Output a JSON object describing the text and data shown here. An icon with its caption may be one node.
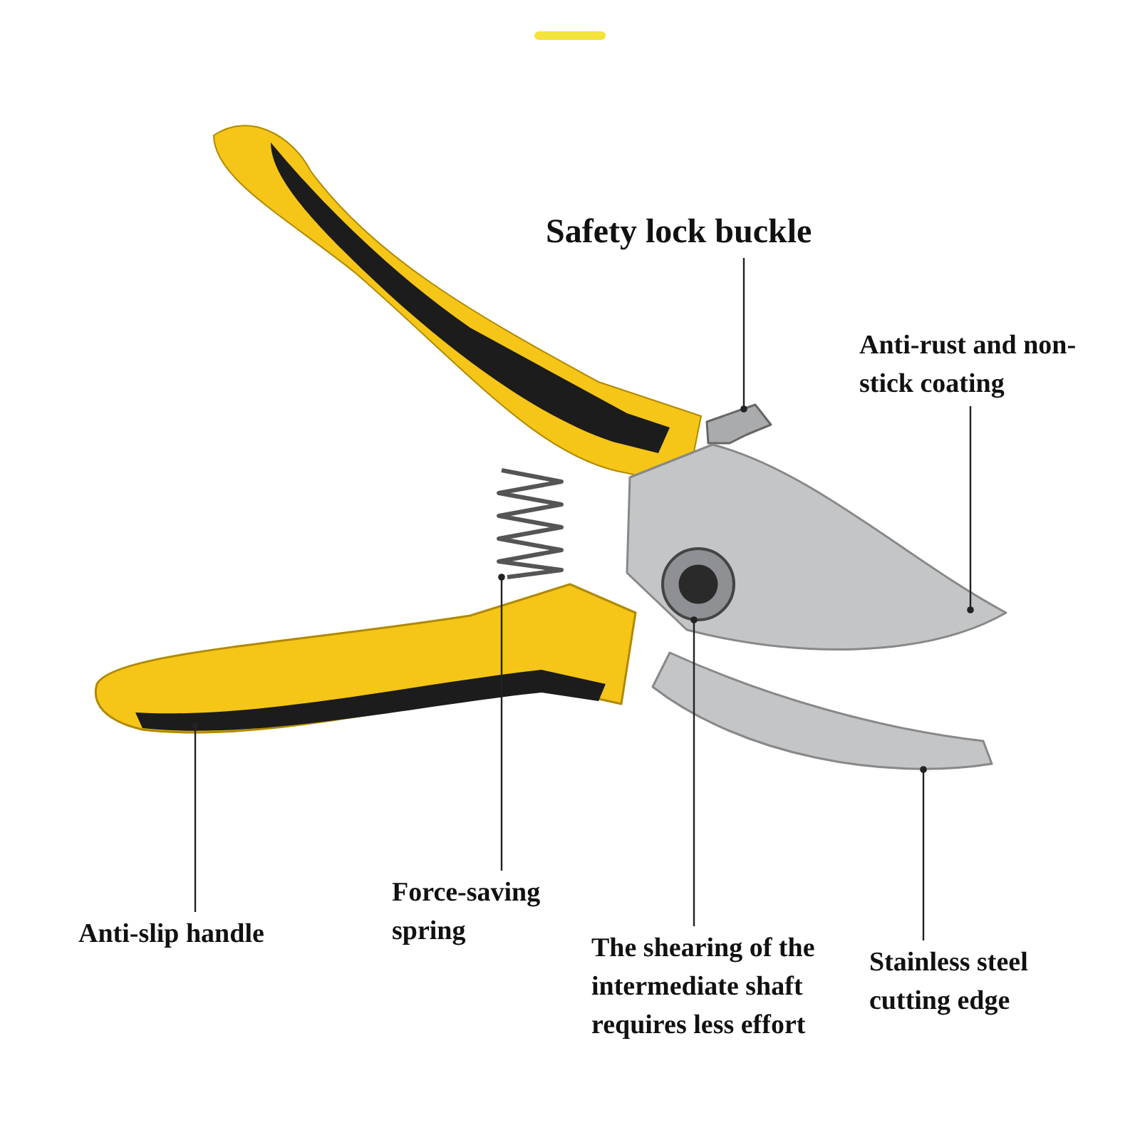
{
  "diagram": {
    "nodes": [
      {
        "text": [
          "Safety lock buckle"
        ]
      },
      {
        "text": [
          "Anti-rust and non-stick coating"
        ]
      },
      {
        "text": [
          "Anti-slip handle"
        ]
      },
      {
        "text": [
          "Force-saving spring"
        ]
      },
      {
        "text": [
          "The shearing of the intermediate shaft requires less effort"
        ]
      },
      {
        "text": [
          "Stainless steel cutting edge"
        ]
      },
      {
        "text": [],
        "shape": "picture"
      },
      {
        "text": [],
        "shape": "picture"
      },
      {
        "text": [],
        "shape": "picture"
      },
      {
        "text": [],
        "shape": "picture"
      },
      {
        "text": [],
        "shape": "picture",
        "in": 7
      },
      {
        "text": [],
        "shape": "picture"
      }
    ],
    "edges": [
      {
        "from": 0,
        "to": 6,
        "arrow": "other"
      },
      {
        "from": 1,
        "to": 7,
        "arrow": "other"
      },
      {
        "from": 2,
        "to": 8,
        "arrow": "other"
      },
      {
        "from": 3,
        "to": 9,
        "arrow": "other"
      },
      {
        "from": 4,
        "to": 10,
        "arrow": "other"
      },
      {
        "from": 5,
        "to": 11,
        "arrow": "other"
      }
    ]
  }
}
